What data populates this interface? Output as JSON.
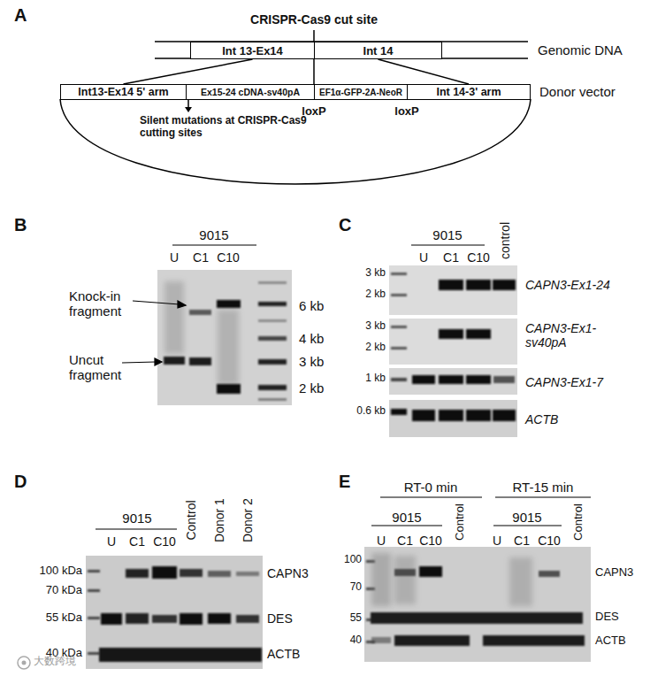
{
  "diagram": {
    "nodes": [
      {
        "text": [
          "Int 13-Ex14"
        ]
      },
      {
        "text": [
          "Int 14"
        ]
      },
      {
        "text": [
          "Int13-Ex14 5' arm"
        ]
      },
      {
        "text": [
          "Ex15-24 cDNA-sv40pA"
        ]
      },
      {
        "text": [
          "EF1α-GFP-2A-NeoR"
        ]
      },
      {
        "text": [
          "Int 14-3' arm"
        ]
      }
    ],
    "edges": [
      {
        "from": 0,
        "to": 2,
        "arrow": "none"
      },
      {
        "from": 1,
        "to": 5,
        "arrow": "none"
      }
    ],
    "labels": [
      "A",
      "CRISPR-Cas9 cut site",
      "Genomic DNA",
      "Donor vector",
      "loxP",
      "loxP",
      "Silent mutations at CRISPR-Cas9 cutting sites",
      "B",
      "9015",
      "U",
      "C1",
      "C10",
      "Knock-in fragment",
      "Uncut fragment",
      "6 kb",
      "4 kb",
      "3 kb",
      "2 kb",
      "C",
      "9015",
      "U",
      "C1",
      "C10",
      "control",
      "3 kb",
      "2 kb",
      "CAPN3-Ex1-24",
      "3 kb",
      "2 kb",
      "CAPN3-Ex1-sv40pA",
      "1 kb",
      "CAPN3-Ex1-7",
      "0.6 kb",
      "ACTB",
      "D",
      "9015",
      "U",
      "C1",
      "C10",
      "Control",
      "Donor 1",
      "Donor 2",
      "100 kDa",
      "70 kDa",
      "CAPN3",
      "55 kDa",
      "DES",
      "40 kDa",
      "ACTB",
      "E",
      "RT-0 min",
      "RT-15 min",
      "9015",
      "9015",
      "U",
      "C1",
      "C10",
      "Control",
      "U",
      "C1",
      "C10",
      "Control",
      "100",
      "70",
      "55",
      "40",
      "CAPN3",
      "DES",
      "ACTB",
      "大数跨境"
    ]
  }
}
